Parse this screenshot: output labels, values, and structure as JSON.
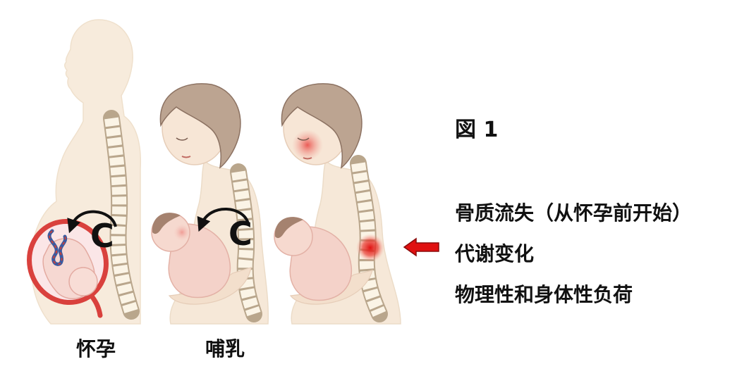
{
  "figure_title": "図 1",
  "stages": [
    {
      "label": "怀孕",
      "cycle_mark": "C"
    },
    {
      "label": "哺乳",
      "cycle_mark": "C"
    }
  ],
  "effects": [
    "骨质流失（从怀孕前开始）",
    "代谢变化",
    "物理性和身体性负荷"
  ],
  "colors": {
    "skin": "#f6e8d8",
    "hair": "#b9a18e",
    "spine": "#fbf4e6",
    "uterus": "#d9413d",
    "highlight_red": "#e31b1b",
    "arrow_red": "#e01010",
    "cycle_arrow": "#111111"
  },
  "icons": [
    "cycle-arrow-icon",
    "left-arrow-icon"
  ]
}
